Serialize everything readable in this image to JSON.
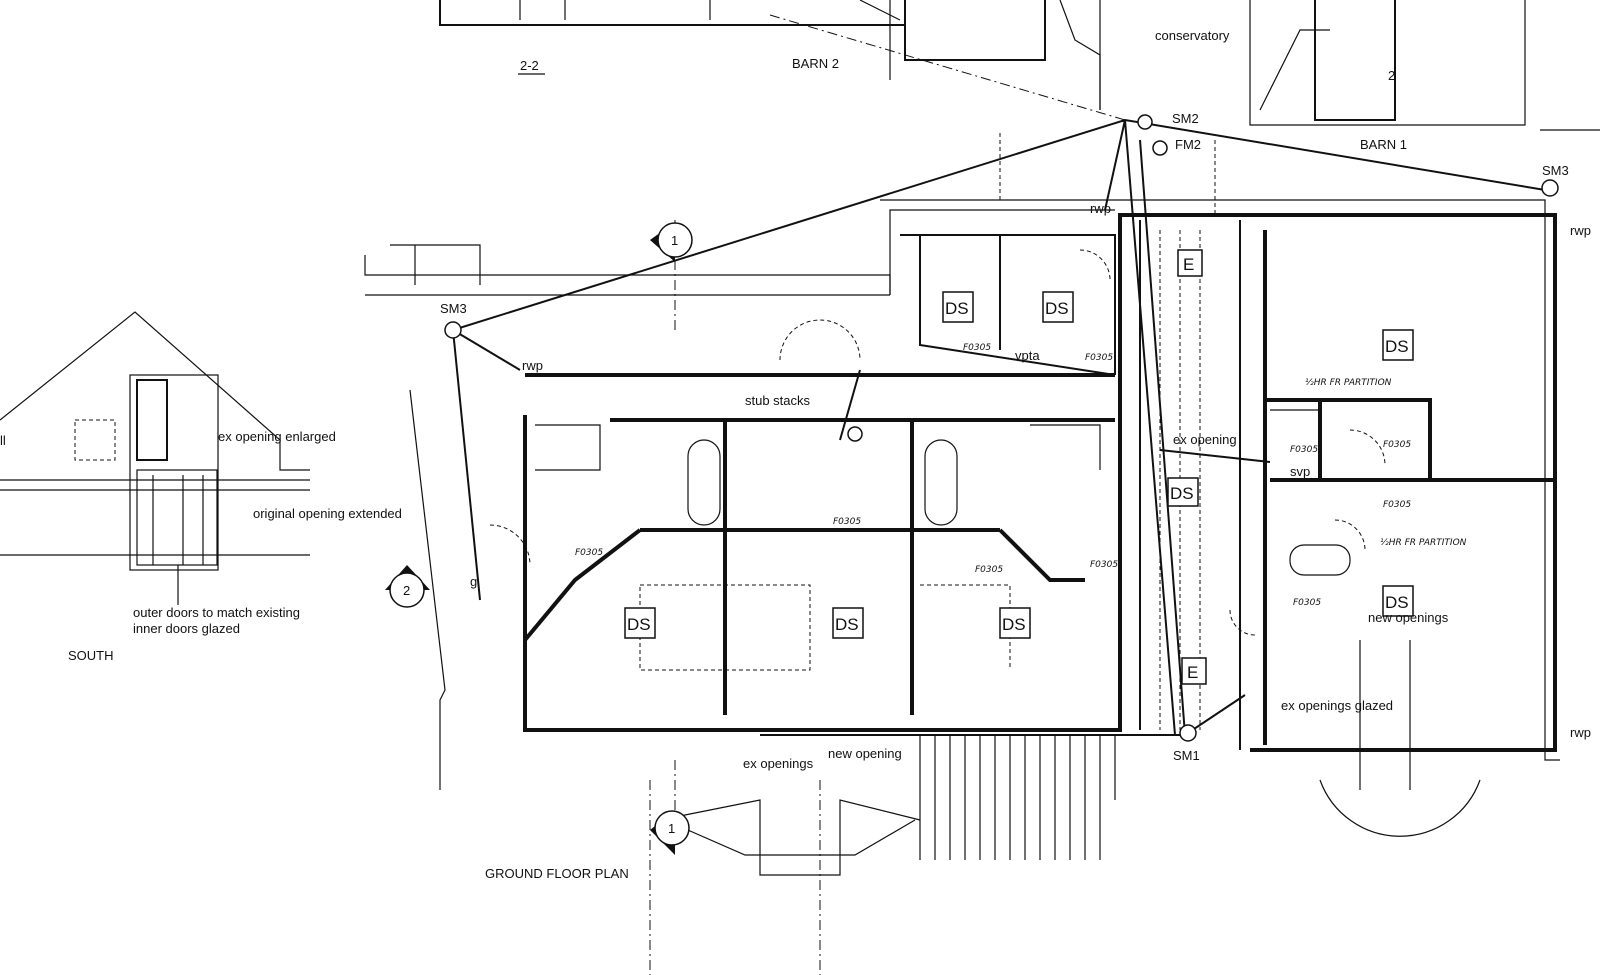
{
  "sections": {
    "section_2_2": "2-2",
    "barn2": "BARN 2",
    "conservatory": "conservatory",
    "barn1_num": "2",
    "barn1": "BARN 1"
  },
  "drainage": {
    "sm1": "SM1",
    "sm2": "SM2",
    "fm2": "FM2",
    "sm3_right": "SM3",
    "sm3_left": "SM3",
    "rwp": "rwp",
    "svp": "svp",
    "vpta": "vpta",
    "stub_stacks": "stub stacks"
  },
  "room_tags": {
    "ds": "DS",
    "e": "E"
  },
  "door_rating": "F0305",
  "annotations": {
    "ex_opening_enlarged": "ex opening enlarged",
    "original_opening_extended": "original opening extended",
    "outer_doors": "outer doors to match existing",
    "inner_doors": "inner doors glazed",
    "south": "SOUTH",
    "wall_fragment": "ll",
    "ex_opening": "ex opening",
    "new_openings": "new openings",
    "ex_openings_glazed": "ex openings glazed",
    "ex_openings": "ex openings",
    "new_opening": "new opening",
    "fr_partition": "½HR FR PARTITION",
    "gully": "g"
  },
  "section_markers": {
    "marker_1": "1",
    "marker_2": "2"
  },
  "title": "GROUND FLOOR PLAN"
}
